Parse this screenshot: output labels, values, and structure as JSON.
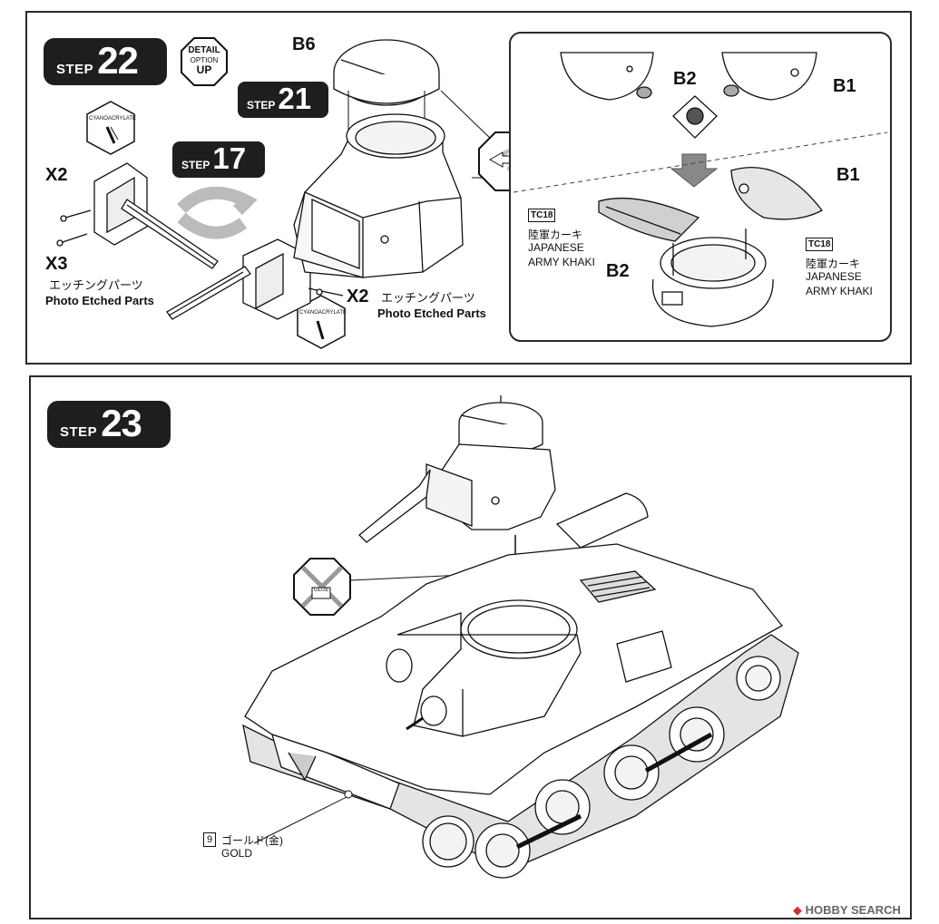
{
  "step22": {
    "word": "STEP",
    "number": "22"
  },
  "step21": {
    "word": "STEP",
    "number": "21"
  },
  "step17": {
    "word": "STEP",
    "number": "17"
  },
  "step23": {
    "word": "STEP",
    "number": "23"
  },
  "detail_up": {
    "line1": "DETAIL",
    "line2": "OPTION",
    "line3": "UP"
  },
  "cyano_label": "CYANOACRYLATE",
  "glue_label": "GLUE",
  "parts": {
    "b6": "B6",
    "x2_left": "X2",
    "x3": "X3",
    "x2_right": "X2",
    "b2_top": "B2",
    "b1_top": "B1",
    "b1_lower": "B1",
    "b2_lower": "B2"
  },
  "etched_left": {
    "jp": "エッチングパーツ",
    "en": "Photo Etched Parts"
  },
  "etched_right": {
    "jp": "エッチングパーツ",
    "en": "Photo Etched Parts"
  },
  "paint_left": {
    "code": "TC18",
    "jp": "陸軍カーキ",
    "en1": "JAPANESE",
    "en2": "ARMY KHAKI"
  },
  "paint_right": {
    "code": "TC18",
    "jp": "陸軍カーキ",
    "en1": "JAPANESE",
    "en2": "ARMY KHAKI"
  },
  "gold": {
    "num": "9",
    "jp": "ゴールド(金)",
    "en": "GOLD"
  },
  "watermark": "HOBBY SEARCH"
}
